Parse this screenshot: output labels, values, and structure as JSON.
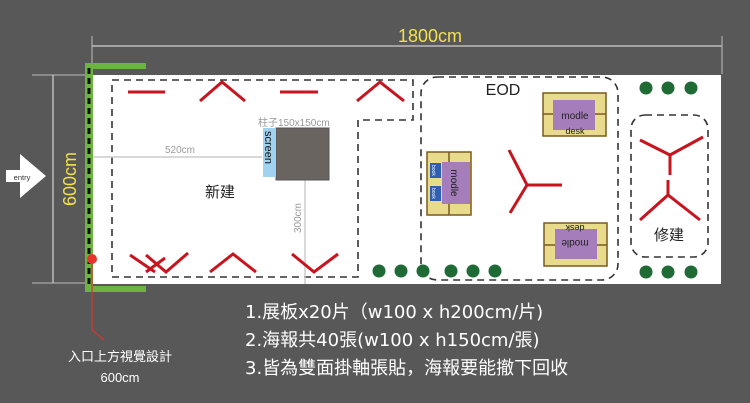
{
  "dimensions": {
    "width_label": "1800cm",
    "height_label": "600cm",
    "inner_width": "520cm",
    "inner_height": "300cm"
  },
  "entry": {
    "label": "entry"
  },
  "pillar": {
    "label": "柱子150x150cm",
    "screen": "screen"
  },
  "zones": {
    "new": "新建",
    "eod": "EOD",
    "repair": "修建"
  },
  "furniture": {
    "modle": "modle",
    "desk": "desk",
    "book": "book"
  },
  "entrance_note": {
    "line1": "入口上方視覺設計",
    "line2": "600cm"
  },
  "notes": [
    "1.展板x20片（w100 x h200cm/片)",
    "2.海報共40張(w100 x h150cm/張)",
    "3.皆為雙面掛軸張貼，海報要能撤下回收"
  ],
  "colors": {
    "background": "#585858",
    "wall": "#6cb33f",
    "panel": "#c8141e",
    "plant": "#1f6b35",
    "label": "#f2e14c"
  }
}
